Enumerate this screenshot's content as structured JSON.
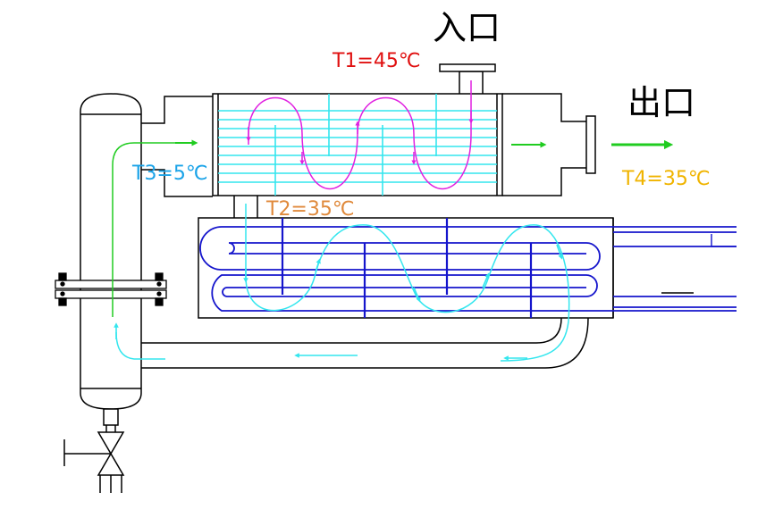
{
  "labels": {
    "inlet": "入口",
    "outlet": "出口",
    "t1": "T1=45℃",
    "t2": "T2=35℃",
    "t3": "T3=5℃",
    "t4": "T4=35℃"
  },
  "colors": {
    "outline": "#000000",
    "hot_flow": "#e020e0",
    "refrigerant": "#33e6ee",
    "coil": "#1515cc",
    "gas_flow": "#20cc20",
    "t1": "#e01010",
    "t2": "#e08a3c",
    "t3": "#1aa3e8",
    "t4": "#f0b400"
  }
}
